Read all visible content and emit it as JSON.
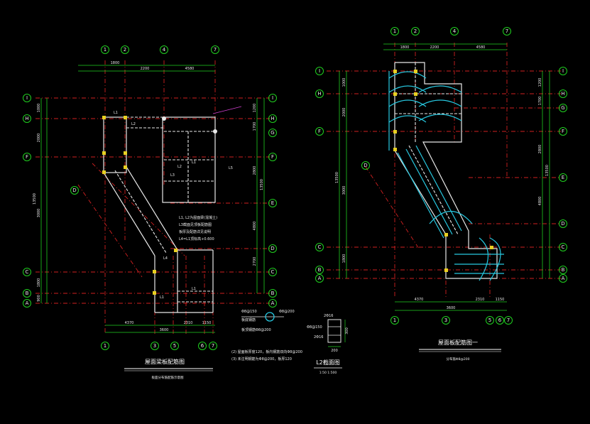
{
  "canvas": {
    "background": "#000000"
  },
  "colors": {
    "axis": "#1fcf1f",
    "grid": "#d02020",
    "beam": "#e8e8e8",
    "rebar": "#27c8e0",
    "column": "#e8d020",
    "accent": "#d040d0"
  },
  "left_plan": {
    "title": "屋面梁板配筋图",
    "subtitle": "板面分布筋配筋示意图",
    "top_axes": [
      "1",
      "2",
      "4",
      "7"
    ],
    "bottom_axes": [
      "1",
      "3",
      "5",
      "6",
      "7"
    ],
    "left_axes": [
      "I",
      "H",
      "F",
      "D",
      "C",
      "B",
      "A"
    ],
    "right_axes": [
      "I",
      "H",
      "G",
      "F",
      "E",
      "D",
      "C",
      "B",
      "A"
    ],
    "top_dims": [
      "1800",
      "2200",
      "4580"
    ],
    "bottom_dims": [
      "4370",
      "3600",
      "2310",
      "1150"
    ],
    "left_dims": [
      "1000",
      "2000",
      "3000",
      "1800",
      "900"
    ],
    "right_dims": [
      "1200",
      "1700",
      "2800",
      "4800",
      "2700"
    ],
    "right_total": "13500",
    "left_total": "13500",
    "beam_labels": [
      "L1",
      "L2",
      "L3",
      "L1",
      "L2",
      "L4",
      "L1",
      "L1",
      "L5"
    ],
    "notes": [
      "L1, L2为屋面梁(混凝土)",
      "L3截面见顶板配筋图",
      "板厚及配筋详见说明",
      "L4=L1顶标高+0.600"
    ],
    "footer_notes": [
      "(2) 屋面板厚度120，板内钢筋双向Φ8@200",
      "(3) 未注明钢筋为Φ8@200，板厚120"
    ]
  },
  "legend_symbol": {
    "left_labels": [
      "Φ8@150",
      "板底钢筋"
    ],
    "right_label": "Φ8@200",
    "caption": "板顶钢筋Φ8@200"
  },
  "section_detail": {
    "title": "L2截面图",
    "subtitle": "1:50   1:500",
    "labels": [
      "2Φ16",
      "Φ8@150",
      "2Φ16"
    ],
    "dims": [
      "300",
      "200"
    ]
  },
  "right_plan": {
    "title": "屋面板配筋图一",
    "subtitle": "分布筋Φ8@200",
    "top_axes": [
      "1",
      "2",
      "4",
      "7"
    ],
    "bottom_axes": [
      "1",
      "3",
      "5",
      "6",
      "7"
    ],
    "left_axes": [
      "I",
      "H",
      "F",
      "D",
      "C",
      "B",
      "A"
    ],
    "right_axes": [
      "I",
      "H",
      "G",
      "F",
      "E",
      "D",
      "C",
      "B",
      "A"
    ],
    "top_dims": [
      "1800",
      "2200",
      "4580"
    ],
    "bottom_dims": [
      "4370",
      "3600",
      "2310",
      "1150"
    ],
    "left_dims": [
      "1000",
      "2000",
      "3000",
      "1800"
    ],
    "right_dims": [
      "1200",
      "1700",
      "2800",
      "4800"
    ],
    "left_total": "13500",
    "right_total": "13500"
  }
}
